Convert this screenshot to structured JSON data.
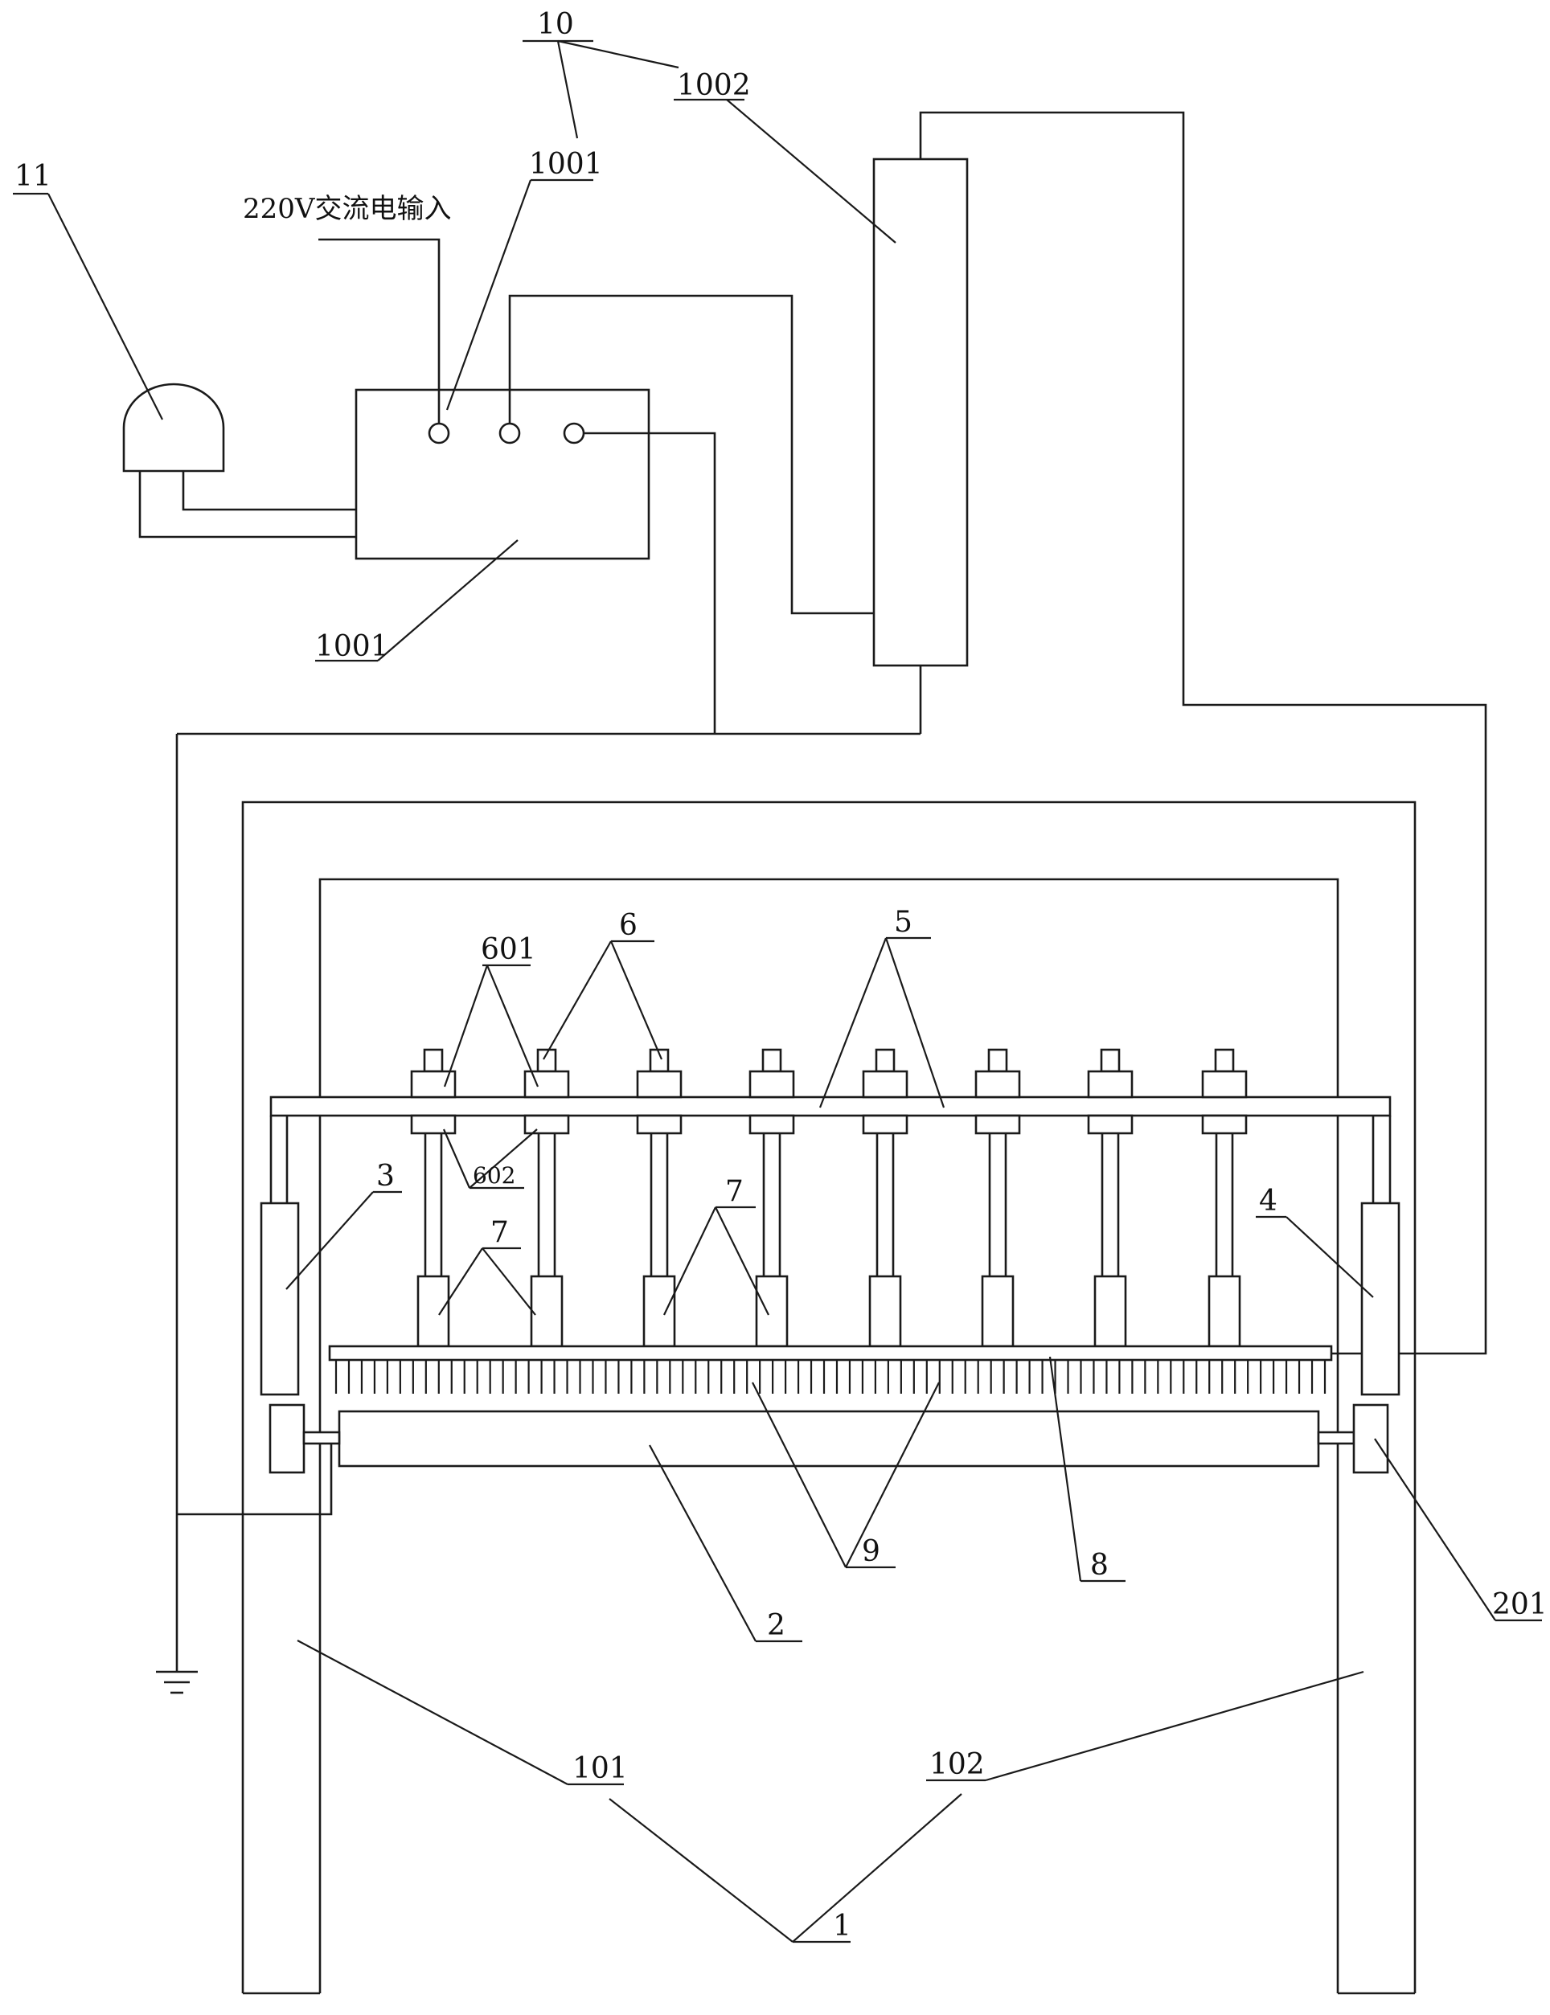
{
  "labels": {
    "l10": "10",
    "l1002": "1002",
    "l1001_top": "1001",
    "l1001_bottom": "1001",
    "l11": "11",
    "ac_input": "220V交流电输入",
    "l601": "601",
    "l6": "6",
    "l5": "5",
    "l602": "602",
    "l3": "3",
    "l4": "4",
    "l7a": "7",
    "l7b": "7",
    "l8": "8",
    "l9": "9",
    "l2": "2",
    "l201": "201",
    "l101": "101",
    "l102": "102",
    "l1": "1"
  },
  "colors": {
    "line": "#1a1a1a",
    "background": "#ffffff"
  }
}
